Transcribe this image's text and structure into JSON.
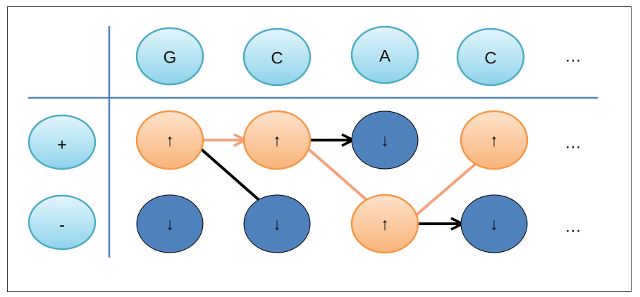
{
  "columns": [
    {
      "label": "G"
    },
    {
      "label": "C"
    },
    {
      "label": "A"
    },
    {
      "label": "C"
    }
  ],
  "column_ellipsis": "…",
  "rows": [
    {
      "label": "+"
    },
    {
      "label": "-"
    }
  ],
  "row_ellipsis": [
    "…",
    "…"
  ],
  "states": [
    [
      "up",
      "up",
      "down",
      "up"
    ],
    [
      "down",
      "down",
      "up",
      "down"
    ]
  ],
  "symbols": {
    "up": "↑",
    "down": "↓"
  },
  "arrows": [
    {
      "from": [
        0,
        0
      ],
      "to": [
        1,
        0
      ],
      "color": "orange"
    },
    {
      "from": [
        0,
        0
      ],
      "to": [
        1,
        1
      ],
      "color": "black"
    },
    {
      "from": [
        1,
        0
      ],
      "to": [
        2,
        0
      ],
      "color": "black"
    },
    {
      "from": [
        1,
        0
      ],
      "to": [
        2,
        1
      ],
      "color": "orange"
    },
    {
      "from": [
        2,
        1
      ],
      "to": [
        3,
        0
      ],
      "color": "orange"
    },
    {
      "from": [
        2,
        1
      ],
      "to": [
        3,
        1
      ],
      "color": "black"
    }
  ],
  "colors": {
    "header_fill": "#bfe6f3",
    "header_stroke": "#4bacc6",
    "up_fill": "#fbc79a",
    "up_stroke": "#f79646",
    "down_fill": "#4f81bd",
    "down_stroke": "#000000",
    "grid_line": "#4f81bd",
    "arrow_orange": "#f4a27a",
    "arrow_black": "#000000"
  }
}
